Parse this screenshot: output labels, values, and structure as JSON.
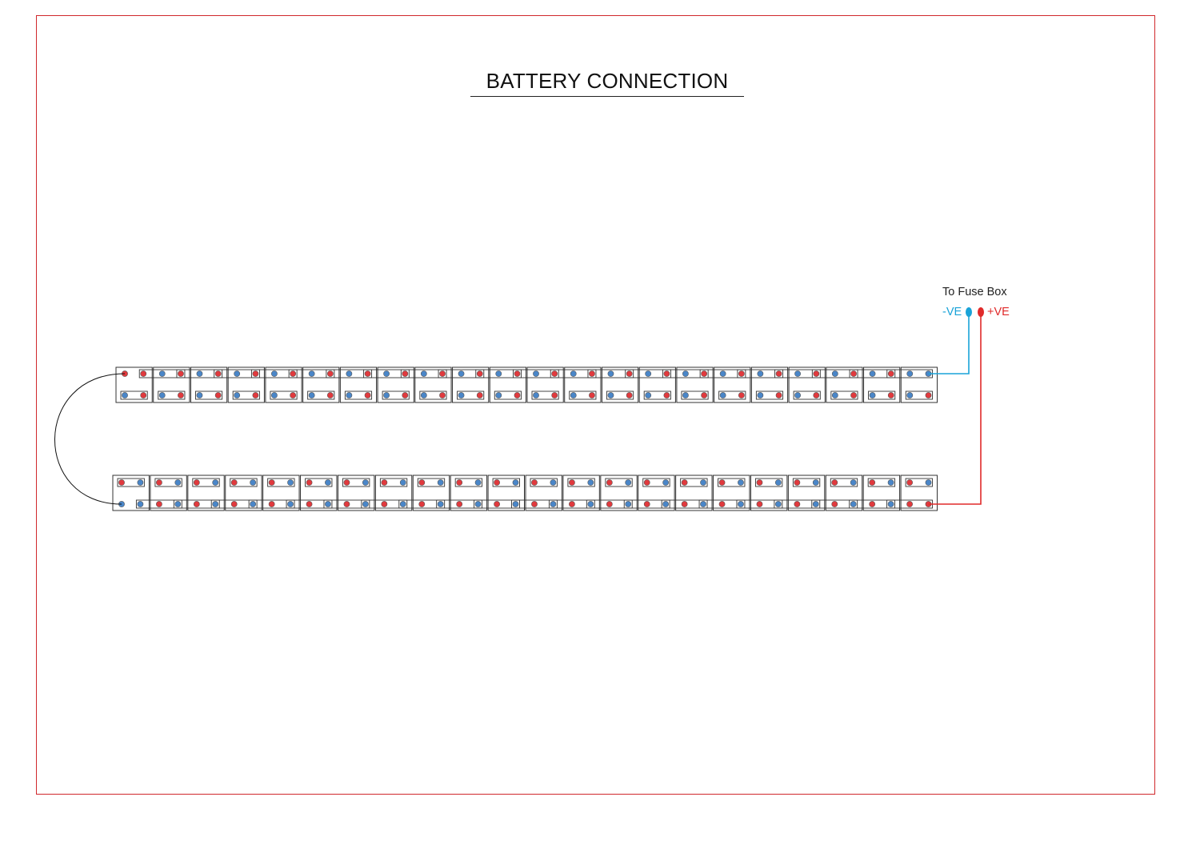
{
  "title": "BATTERY CONNECTION",
  "fuse_box": {
    "label": "To Fuse Box",
    "negative_label": "-VE",
    "positive_label": "+VE"
  },
  "battery_bank": {
    "rows": 2,
    "batteries_per_row": 22,
    "connection": "series"
  },
  "colors": {
    "frame": "#d0282c",
    "negative": "#4a86c8",
    "positive": "#e03a3e",
    "negative_lead": "#1aa3d8",
    "positive_lead": "#e02a2a",
    "outline": "#333333"
  }
}
